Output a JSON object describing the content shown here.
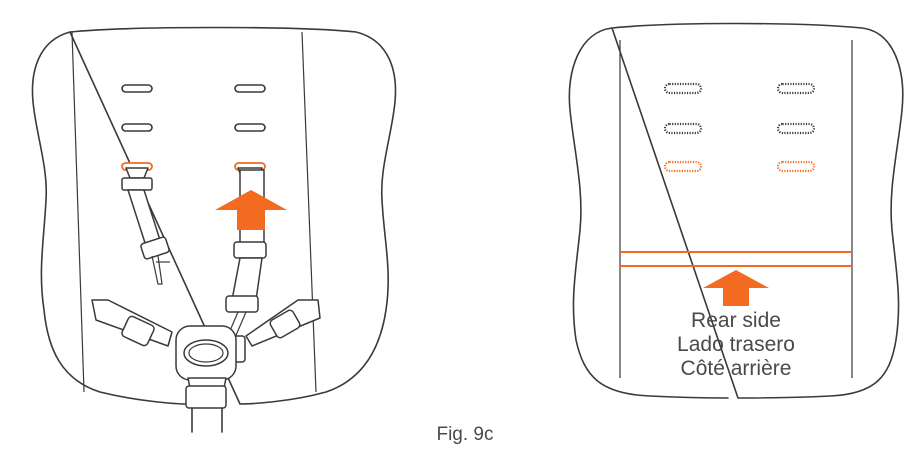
{
  "colors": {
    "accent": "#f26b21",
    "line": "#3a3a3a",
    "text": "#4a4a4a"
  },
  "rear_panel": {
    "label_lines": [
      "Rear side",
      "Lado trasero",
      "Côté arrière"
    ]
  },
  "caption": "Fig. 9c"
}
